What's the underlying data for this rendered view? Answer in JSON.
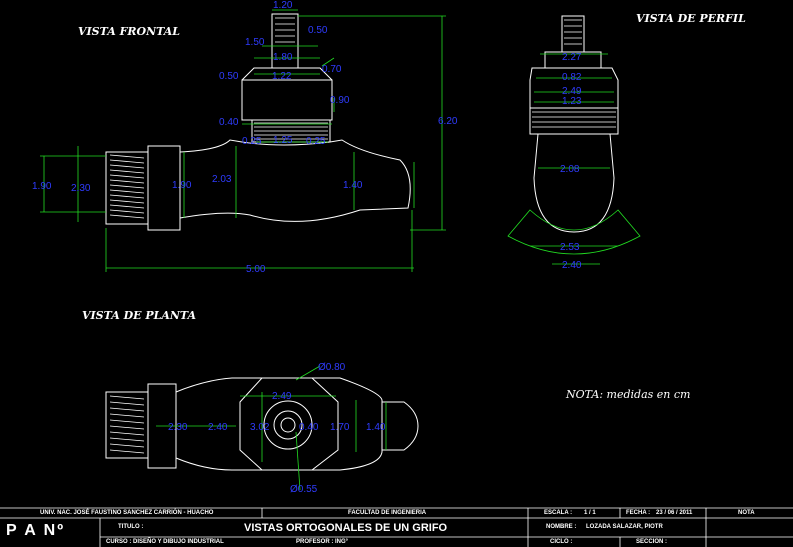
{
  "views": {
    "front_title": "VISTA FRONTAL",
    "profile_title": "VISTA DE PERFIL",
    "plan_title": "VISTA DE PLANTA"
  },
  "note": "NOTA: medidas en cm",
  "colors": {
    "background": "#000000",
    "outline": "#ffffff",
    "dimension_line": "#22dd22",
    "dimension_text": "#2f3cff"
  },
  "dims_front": [
    "1.20",
    "0.50",
    "1.50",
    "1.80",
    "0.50",
    "1.22",
    "0.70",
    "0.90",
    "0.40",
    "1.25",
    "2.30",
    "1.90",
    "2.03",
    "1.90",
    "1.40",
    "6.20",
    "5.00"
  ],
  "dims_front_lower": [
    "0.25",
    "0.25"
  ],
  "dims_profile": [
    "2.27",
    "0.82",
    "2.49",
    "1.23",
    "2.08",
    "2.53",
    "2.40"
  ],
  "dims_plan": [
    "Ø0.80",
    "2.49",
    "2.30",
    "2.40",
    "3.02",
    "0.40",
    "1.70",
    "1.40",
    "Ø0.55"
  ],
  "titleblock": {
    "university": "UNIV. NAC. JOSÉ FAUSTINO SANCHEZ CARRIÓN - HUACHO",
    "faculty": "FACULTAD DE INGENIERIA",
    "escala_label": "ESCALA :",
    "escala_value": "1 / 1",
    "fecha_label": "FECHA :",
    "fecha_value": "23 / 06 / 2011",
    "nota_label": "NOTA",
    "plan_no": "P A  Nº",
    "titulo_label": "TITULO :",
    "titulo_value": "VISTAS ORTOGONALES DE UN GRIFO",
    "nombre_label": "NOMBRE :",
    "nombre_value": "LOZADA SALAZAR, PIOTR",
    "curso": "CURSO : DISEÑO Y DIBUJO INDUSTRIAL",
    "profesor": "PROFESOR : ING°",
    "ciclo": "CICLO :",
    "seccion": "SECCION :"
  }
}
